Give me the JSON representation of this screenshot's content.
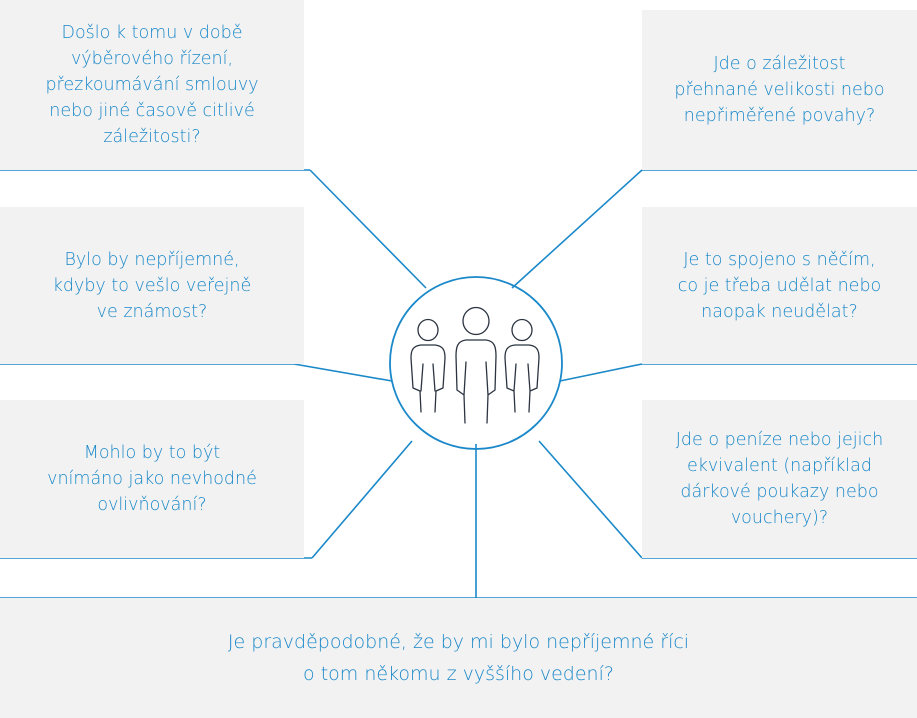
{
  "colors": {
    "accent": "#1a88c9",
    "box_background": "#f2f2f2",
    "icon_stroke": "#2b3440"
  },
  "icon": "three-people-icon",
  "questions": {
    "top_left": [
      "Došlo k tomu v době",
      "výběrového řízení,",
      "přezkoumávání smlouvy",
      "nebo jiné časově citlivé",
      "záležitosti?"
    ],
    "mid_left": [
      "Bylo by nepříjemné,",
      "kdyby to vešlo veřejně",
      "ve známost?"
    ],
    "bottom_left": [
      "Mohlo by to být",
      "vnímáno jako nevhodné",
      "ovlivňování?"
    ],
    "top_right": [
      "Jde o záležitost",
      "přehnané velikosti nebo",
      "nepřiměřené povahy?"
    ],
    "mid_right": [
      "Je to spojeno s něčím,",
      "co je třeba udělat nebo",
      "naopak neudělat?"
    ],
    "bottom_right": [
      "Jde o peníze nebo jejich",
      "ekvivalent (například",
      "dárkové poukazy nebo",
      "vouchery)?"
    ],
    "bottom": [
      "Je pravděpodobné, že by mi bylo nepříjemné říci",
      "o tom někomu z vyššího vedení?"
    ]
  }
}
